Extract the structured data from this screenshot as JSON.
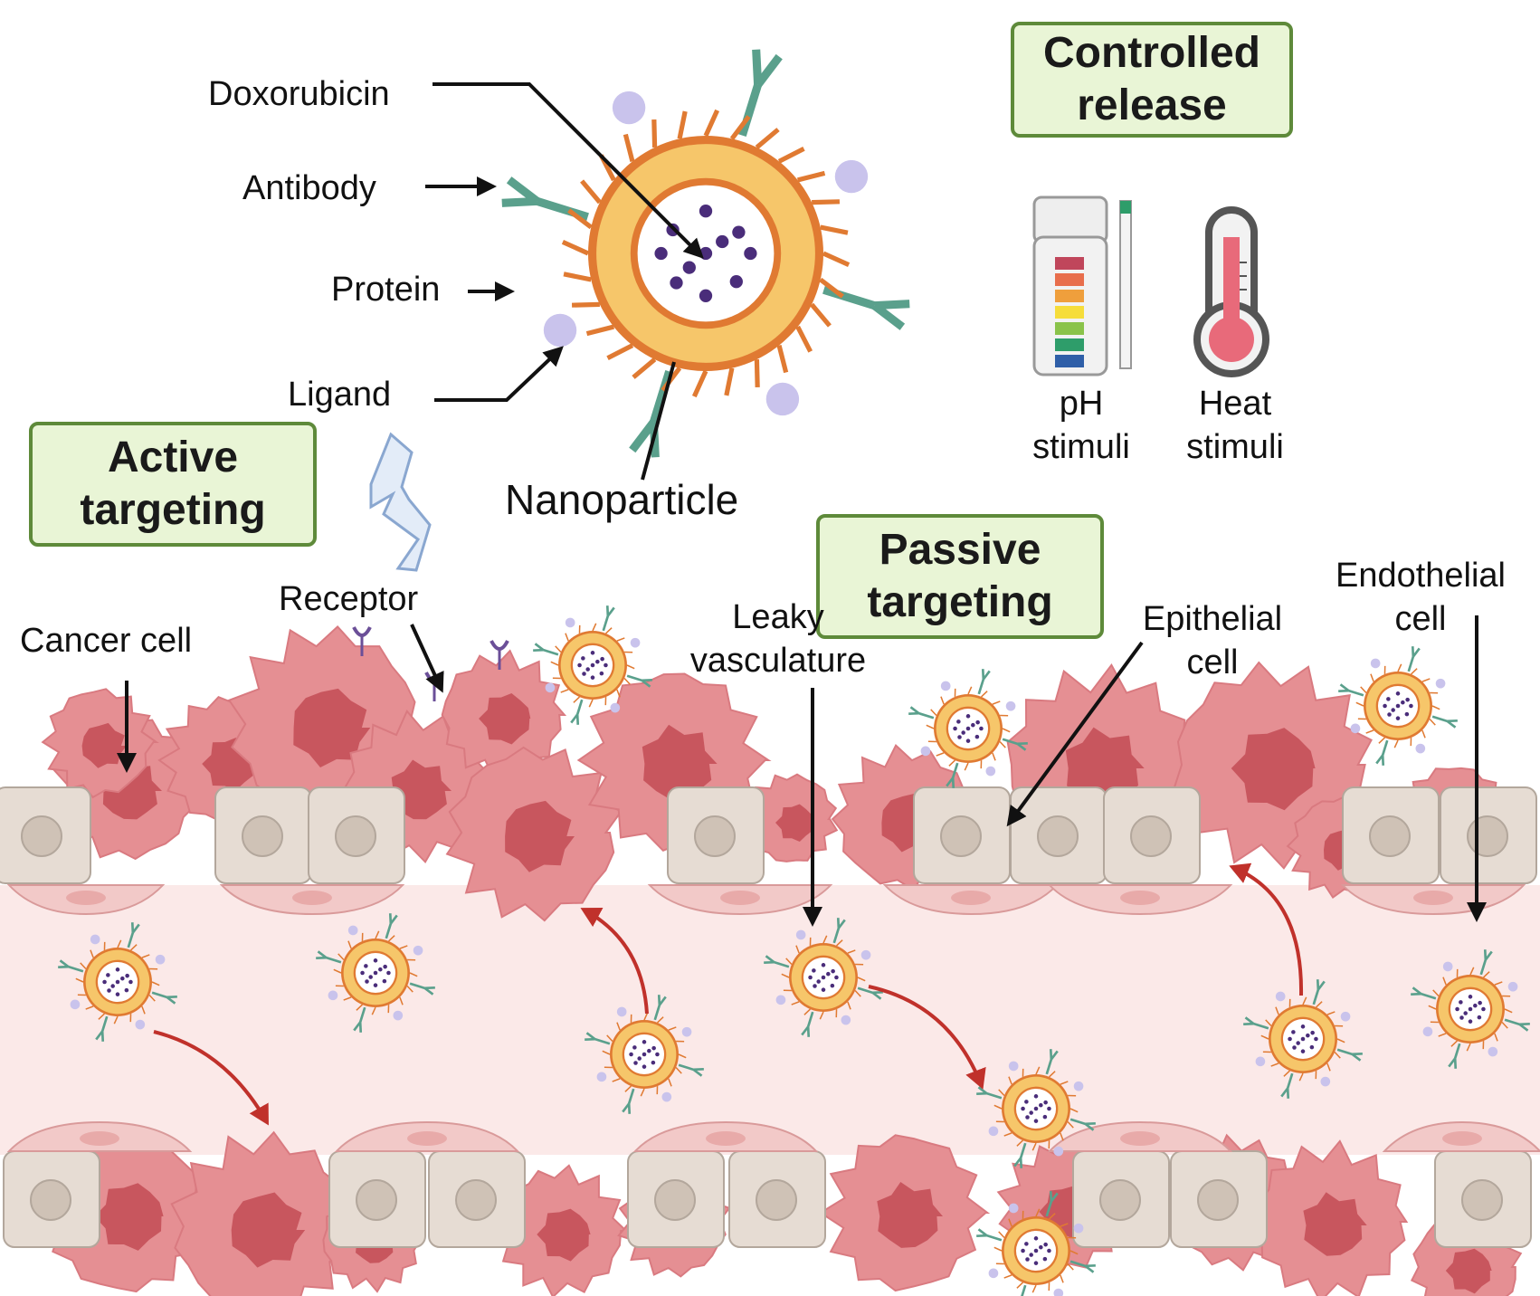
{
  "labels": {
    "doxorubicin": "Doxorubicin",
    "antibody": "Antibody",
    "protein": "Protein",
    "ligand": "Ligand",
    "nanoparticle": "Nanoparticle",
    "receptor": "Receptor",
    "cancer_cell": "Cancer cell",
    "leaky_line1": "Leaky",
    "leaky_line2": "vasculature",
    "epithelial_line1": "Epithelial",
    "epithelial_line2": "cell",
    "endothelial_line1": "Endothelial",
    "endothelial_line2": "cell"
  },
  "boxes": {
    "active_line1": "Active",
    "active_line2": "targeting",
    "passive_line1": "Passive",
    "passive_line2": "targeting",
    "controlled_line1": "Controlled",
    "controlled_line2": "release"
  },
  "stimuli": {
    "ph_line1": "pH",
    "ph_line2": "stimuli",
    "heat_line1": "Heat",
    "heat_line2": "stimuli"
  },
  "colors": {
    "cancer_cell": "#e58f93",
    "cancer_nucleus": "#c8565e",
    "epithelial_cell": "#e6dcd3",
    "endothelial_cell": "#f2c9c8",
    "vessel_lumen": "#fbe9e8",
    "lipid_shell": "#f6c66a",
    "lipid_heads": "#e07a32",
    "drug": "#4a2d7a",
    "antibody": "#5aa08c",
    "protein": "#c9c3ec",
    "callout_fill": "#e9f5d6",
    "callout_border": "#5e8a3a",
    "release_arrow": "#c0312b"
  }
}
